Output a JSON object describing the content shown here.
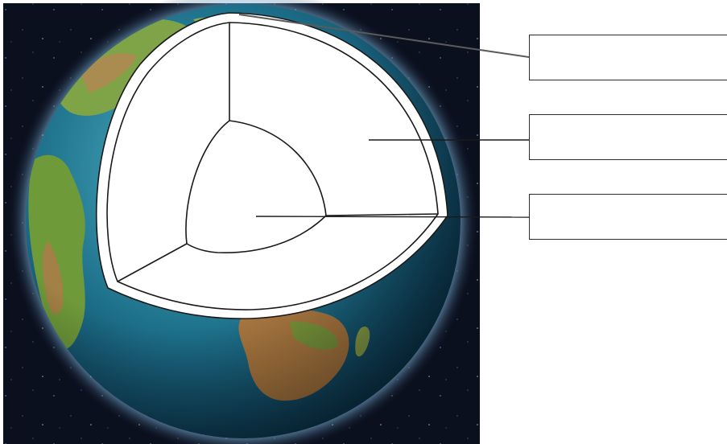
{
  "diagram": {
    "labels": [
      {
        "id": "crust",
        "text": ""
      },
      {
        "id": "mantle",
        "text": ""
      },
      {
        "id": "core",
        "text": ""
      }
    ]
  },
  "colors": {
    "space": "#0b1020",
    "ocean": "#1d6f8a",
    "ocean_deep": "#0f3f5a",
    "land_green": "#6f9a3a",
    "land_brown": "#b07a4a",
    "atmosphere_glow": "#bfe6ff",
    "cutaway_fill": "#ffffff",
    "outline": "#1a1a1a",
    "leader_line": "#5a5a5a"
  }
}
